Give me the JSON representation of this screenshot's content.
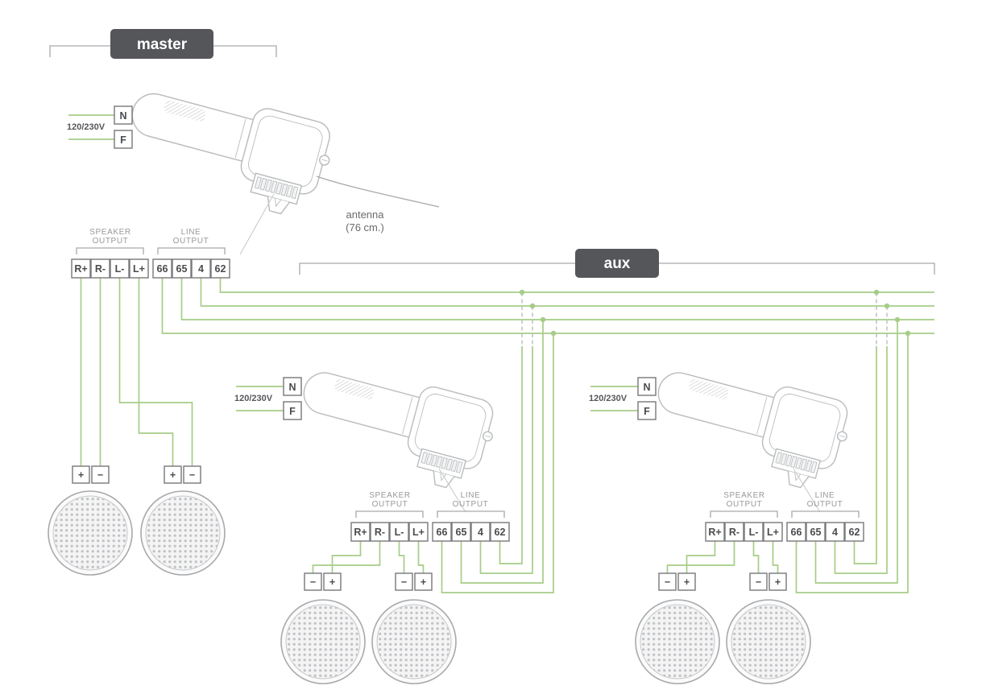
{
  "colors": {
    "wire": "#a6cd87",
    "tag-bg": "#55565a",
    "tag-text": "#ffffff",
    "outline": "#b9bcbe",
    "outline-dark": "#a7a9ac",
    "label": "#97999c",
    "terminal-border": "#77787b",
    "terminal-text": "#4a4b4d",
    "text-dark": "#55565a",
    "leader": "#c9cbcd",
    "bg": "#ffffff"
  },
  "tags": {
    "master": "master",
    "aux": "aux"
  },
  "power": {
    "label": "120/230V",
    "n": "N",
    "f": "F"
  },
  "antenna": {
    "line1": "antenna",
    "line2": "(76 cm.)"
  },
  "groups": {
    "speaker_line1": "SPEAKER",
    "speaker_line2": "OUTPUT",
    "line_line1": "LINE",
    "line_line2": "OUTPUT"
  },
  "terminals": {
    "speaker": [
      "R+",
      "R-",
      "L-",
      "L+"
    ],
    "line": [
      "66",
      "65",
      "4",
      "62"
    ]
  },
  "polarity": {
    "plus": "+",
    "minus": "−"
  }
}
